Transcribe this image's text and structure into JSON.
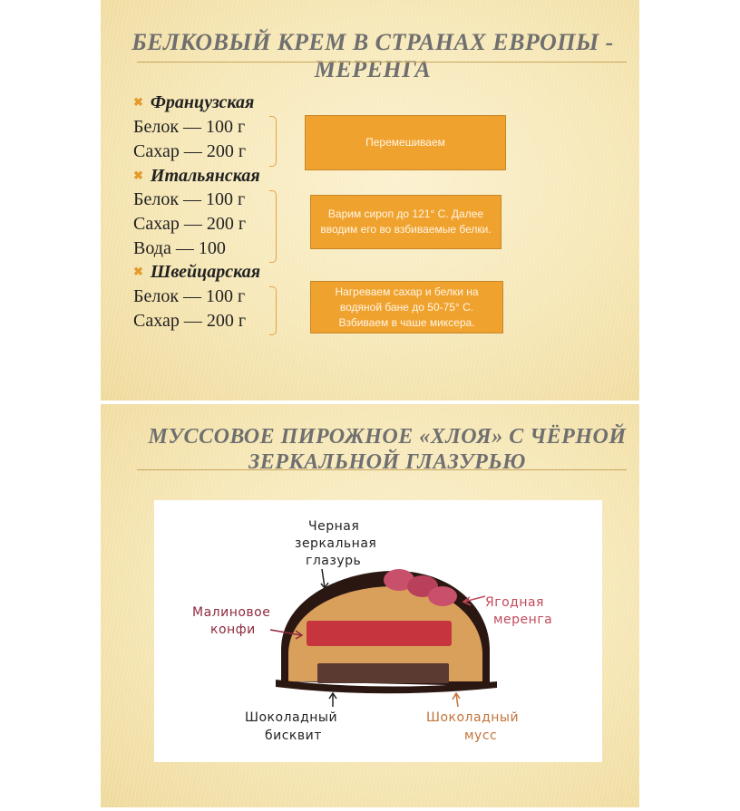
{
  "slide1": {
    "title": "Белковый крем в странах Европы - меренга",
    "groups": [
      {
        "name": "Французская",
        "lines": [
          "Белок — 100 г",
          "Сахар — 200 г"
        ],
        "note": "Перемешиваем"
      },
      {
        "name": "Итальянская",
        "lines": [
          "Белок — 100 г",
          "Сахар — 200 г",
          "Вода — 100"
        ],
        "note": "Варим сироп до 121° С. Далее вводим его во взбиваемые белки."
      },
      {
        "name": "Швейцарская",
        "lines": [
          "Белок — 100 г",
          "Сахар — 200 г"
        ],
        "note": "Нагреваем сахар и белки на водяной бане до 50-75° С. Взбиваем в чаше миксера."
      }
    ]
  },
  "slide2": {
    "title": "Муссовое пирожное «Хлоя» с чёрной зеркальной глазурью",
    "labels": {
      "glaze": [
        "Черная",
        "зеркальная",
        "глазурь"
      ],
      "raspberry": [
        "Малиновое",
        "конфи"
      ],
      "meringue": [
        "Ягодная",
        "меренга"
      ],
      "biscuit": [
        "Шоколадный",
        "бисквит"
      ],
      "mousse": [
        "Шоколадный",
        "мусс"
      ]
    }
  },
  "colors": {
    "bullet": "#e29b2e",
    "box": "#f0a22f",
    "title": "#6f6f6f",
    "label_dark": "#222222",
    "label_red": "#8e2a3c",
    "label_pink": "#c24a5c",
    "label_orange": "#c2743b"
  }
}
